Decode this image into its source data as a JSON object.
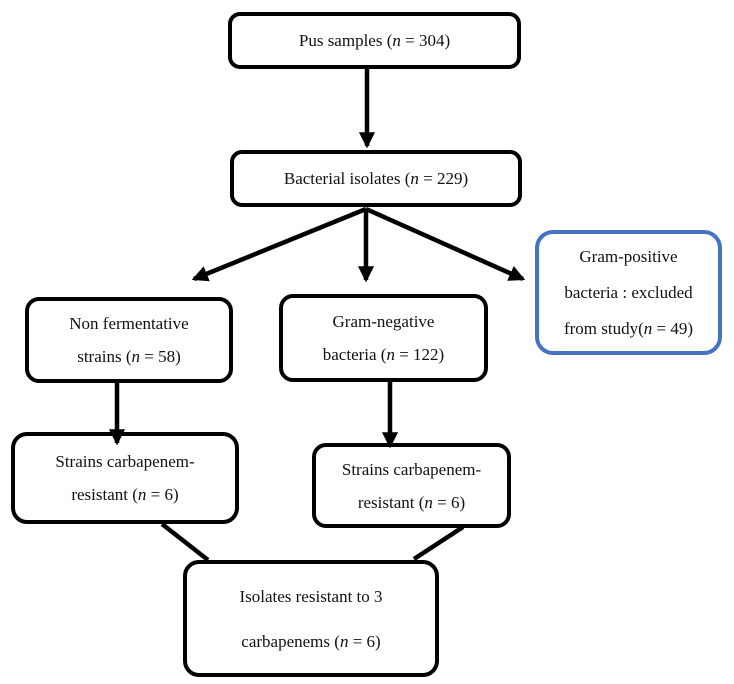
{
  "diagram": {
    "type": "flowchart",
    "background_color": "#ffffff",
    "box_border_color": "#000000",
    "highlight_border_color": "#4472C4",
    "text_color": "#111111",
    "nodes": [
      {
        "id": "pus-samples",
        "highlight": false,
        "lines": [
          [
            {
              "t": "Pus samples ("
            },
            {
              "t": "n",
              "i": true
            },
            {
              "t": " = 304)"
            }
          ]
        ]
      },
      {
        "id": "bacterial-isolates",
        "highlight": false,
        "lines": [
          [
            {
              "t": "Bacterial isolates ("
            },
            {
              "t": "n",
              "i": true
            },
            {
              "t": " = 229)"
            }
          ]
        ]
      },
      {
        "id": "non-fermentative-strains",
        "highlight": false,
        "lines": [
          [
            {
              "t": "Non fermentative"
            }
          ],
          [
            {
              "t": "strains ("
            },
            {
              "t": "n",
              "i": true
            },
            {
              "t": " = 58)"
            }
          ]
        ]
      },
      {
        "id": "gram-negative-bacteria",
        "highlight": false,
        "lines": [
          [
            {
              "t": "Gram-negative"
            }
          ],
          [
            {
              "t": "bacteria ("
            },
            {
              "t": "n",
              "i": true
            },
            {
              "t": " = 122)"
            }
          ]
        ]
      },
      {
        "id": "gram-positive-excluded",
        "highlight": true,
        "lines": [
          [
            {
              "t": "Gram-positive"
            }
          ],
          [
            {
              "t": "bacteria : excluded"
            }
          ],
          [
            {
              "t": "from study("
            },
            {
              "t": "n",
              "i": true
            },
            {
              "t": " = 49)"
            }
          ]
        ]
      },
      {
        "id": "strains-carbapenem-resistant-left",
        "highlight": false,
        "lines": [
          [
            {
              "t": "Strains carbapenem-"
            }
          ],
          [
            {
              "t": "resistant ("
            },
            {
              "t": "n",
              "i": true
            },
            {
              "t": " = 6)"
            }
          ]
        ]
      },
      {
        "id": "strains-carbapenem-resistant-right",
        "highlight": false,
        "lines": [
          [
            {
              "t": "Strains carbapenem-"
            }
          ],
          [
            {
              "t": "resistant ("
            },
            {
              "t": "n",
              "i": true
            },
            {
              "t": " = 6)"
            }
          ]
        ]
      },
      {
        "id": "isolates-resistant-3-carbapenems",
        "highlight": false,
        "lines": [
          [
            {
              "t": "Isolates resistant to 3"
            }
          ],
          [
            {
              "t": "carbapenems ("
            },
            {
              "t": "n",
              "i": true
            },
            {
              "t": " = 6)"
            }
          ]
        ]
      }
    ],
    "edges": [
      {
        "from": "pus-samples",
        "to": "bacterial-isolates",
        "arrow": true
      },
      {
        "from": "bacterial-isolates",
        "to": "non-fermentative-strains",
        "arrow": true
      },
      {
        "from": "bacterial-isolates",
        "to": "gram-negative-bacteria",
        "arrow": true
      },
      {
        "from": "bacterial-isolates",
        "to": "gram-positive-excluded",
        "arrow": true
      },
      {
        "from": "non-fermentative-strains",
        "to": "strains-carbapenem-resistant-left",
        "arrow": true
      },
      {
        "from": "gram-negative-bacteria",
        "to": "strains-carbapenem-resistant-right",
        "arrow": true
      },
      {
        "from": "strains-carbapenem-resistant-left",
        "to": "isolates-resistant-3-carbapenems",
        "arrow": false
      },
      {
        "from": "strains-carbapenem-resistant-right",
        "to": "isolates-resistant-3-carbapenems",
        "arrow": false
      }
    ]
  }
}
